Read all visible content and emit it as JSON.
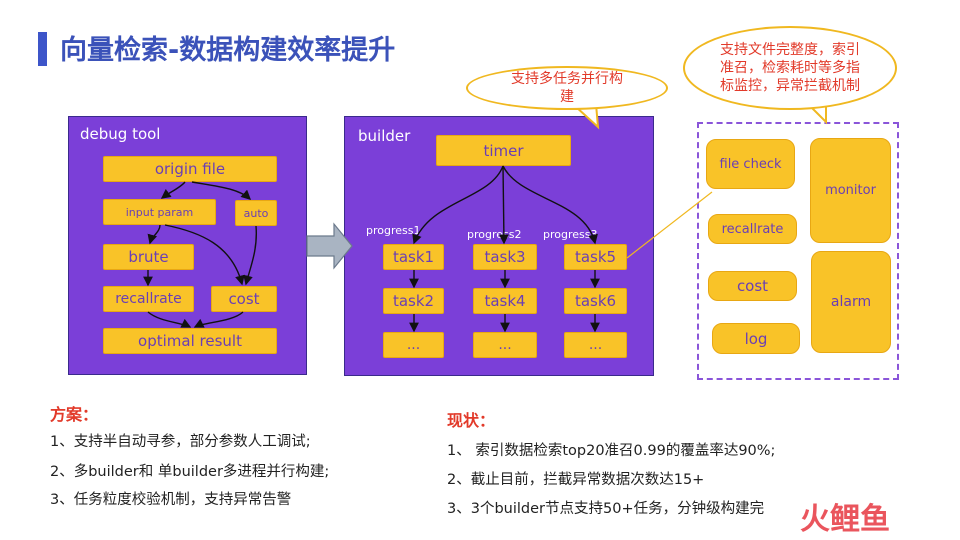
{
  "title": "向量检索-数据构建效率提升",
  "debug_tool": {
    "label": "debug tool",
    "origin_file": "origin file",
    "input_param": "input param",
    "auto": "auto",
    "brute": "brute",
    "recallrate": "recallrate",
    "cost": "cost",
    "optimal_result": "optimal result"
  },
  "builder": {
    "label": "builder",
    "timer": "timer",
    "progress": [
      "progress1",
      "progress2",
      "progress3"
    ],
    "tasks": [
      "task1",
      "task3",
      "task5",
      "task2",
      "task4",
      "task6"
    ],
    "ellipsis": "..."
  },
  "monitor_panel": {
    "file_check": "file check",
    "recallrate": "recallrate",
    "cost": "cost",
    "log": "log",
    "monitor": "monitor",
    "alarm": "alarm"
  },
  "bubbles": {
    "multitask": "支持多任务并行构建",
    "check": "支持文件完整度，索引准召，检索耗时等多指标监控，异常拦截机制"
  },
  "plan": {
    "title": "方案：",
    "items": [
      "1、支持半自动寻参，部分参数人工调试;",
      "2、多builder和 单builder多进程并行构建;",
      "3、任务粒度校验机制，支持异常告警"
    ]
  },
  "status": {
    "title": "现状：",
    "items": [
      "1、 索引数据检索top20准召0.99的覆盖率达90%;",
      "2、截止目前，拦截异常数据次数达15+",
      "3、3个builder节点支持50+任务，分钟级构建完"
    ]
  },
  "watermark": "火鲤鱼",
  "colors": {
    "panel": "#7b3fd8",
    "box": "#f9c328",
    "title": "#3b52b9",
    "accent_red": "#e23a2a"
  }
}
